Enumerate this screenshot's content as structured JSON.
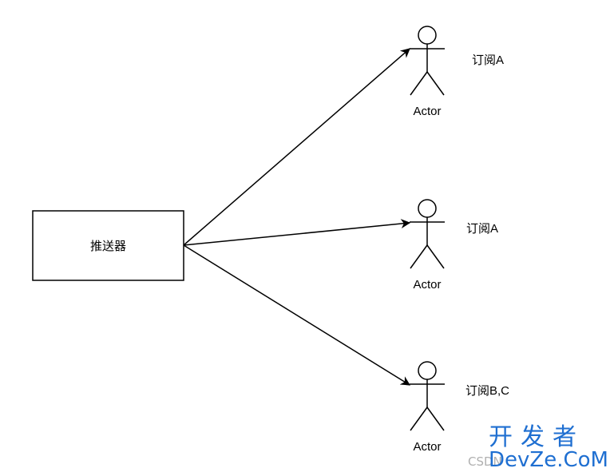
{
  "pusher": {
    "label": "推送器"
  },
  "actors": [
    {
      "name": "Actor",
      "subscription": "订阅A"
    },
    {
      "name": "Actor",
      "subscription": "订阅A"
    },
    {
      "name": "Actor",
      "subscription": "订阅B,C"
    }
  ],
  "watermark": {
    "cn": "开发者",
    "en": "DevZe.CoM",
    "csdn": "CSDN"
  },
  "colors": {
    "stroke": "#000000",
    "watermark": "#1f6fd1"
  }
}
